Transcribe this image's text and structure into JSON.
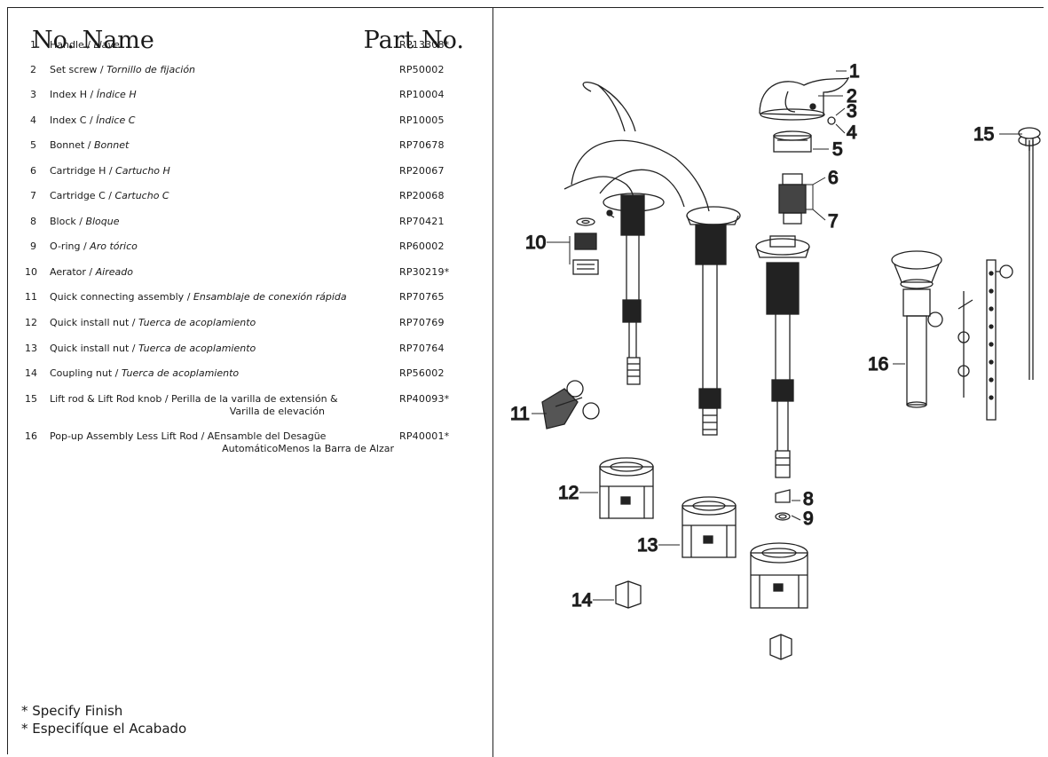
{
  "header": {
    "no_name": "No.  Name",
    "part_no": "Part No."
  },
  "parts": [
    {
      "no": "1",
      "name": "Handle / ",
      "name_es": "Llave",
      "part": "RP13308*"
    },
    {
      "no": "2",
      "name": "Set screw / ",
      "name_es": "Tornillo de  fijación",
      "part": "RP50002"
    },
    {
      "no": "3",
      "name": "Index H / ",
      "name_es": "Índice H",
      "part": "RP10004"
    },
    {
      "no": "4",
      "name": "Index C / ",
      "name_es": "Índice C",
      "part": "RP10005"
    },
    {
      "no": "5",
      "name": "Bonnet / ",
      "name_es": "Bonnet",
      "part": "RP70678"
    },
    {
      "no": "6",
      "name": "Cartridge H / ",
      "name_es": "Cartucho H",
      "part": "RP20067"
    },
    {
      "no": "7",
      "name": "Cartridge C / ",
      "name_es": "Cartucho C",
      "part": "RP20068"
    },
    {
      "no": "8",
      "name": "Block / ",
      "name_es": "Bloque",
      "part": "RP70421"
    },
    {
      "no": "9",
      "name": "O-ring / ",
      "name_es": "Aro tórico",
      "part": "RP60002"
    },
    {
      "no": "10",
      "name": "Aerator / ",
      "name_es": "Aireado",
      "part": "RP30219*"
    },
    {
      "no": "11",
      "name": "Quick connecting assembly / ",
      "name_es": "Ensamblaje de conexión rápida",
      "part": "RP70765"
    },
    {
      "no": "12",
      "name": "Quick install nut / ",
      "name_es": "Tuerca de acoplamiento",
      "part": "RP70769"
    },
    {
      "no": "13",
      "name": "Quick install nut / ",
      "name_es": "Tuerca de acoplamiento",
      "part": "RP70764"
    },
    {
      "no": "14",
      "name": "Coupling nut  / ",
      "name_es": "Tuerca de acoplamiento",
      "part": "RP56002"
    },
    {
      "no": "15",
      "name": "Lift rod & Lift Rod knob / Perilla de la varilla de extensión &",
      "name_es": "",
      "name_line2": "Varilla de elevación",
      "part": "RP40093*"
    },
    {
      "no": "16",
      "name": "Pop-up Assembly Less Lift Rod / AEnsamble del Desagüe",
      "name_es": "",
      "name_line2": "AutomáticoMenos la Barra de Alzar",
      "part": "RP40001*"
    }
  ],
  "notes": [
    "* Specify Finish",
    "* Especifíque el Acabado"
  ],
  "callouts": [
    "1",
    "2",
    "3",
    "4",
    "5",
    "6",
    "7",
    "8",
    "9",
    "10",
    "11",
    "12",
    "13",
    "14",
    "15",
    "16"
  ]
}
